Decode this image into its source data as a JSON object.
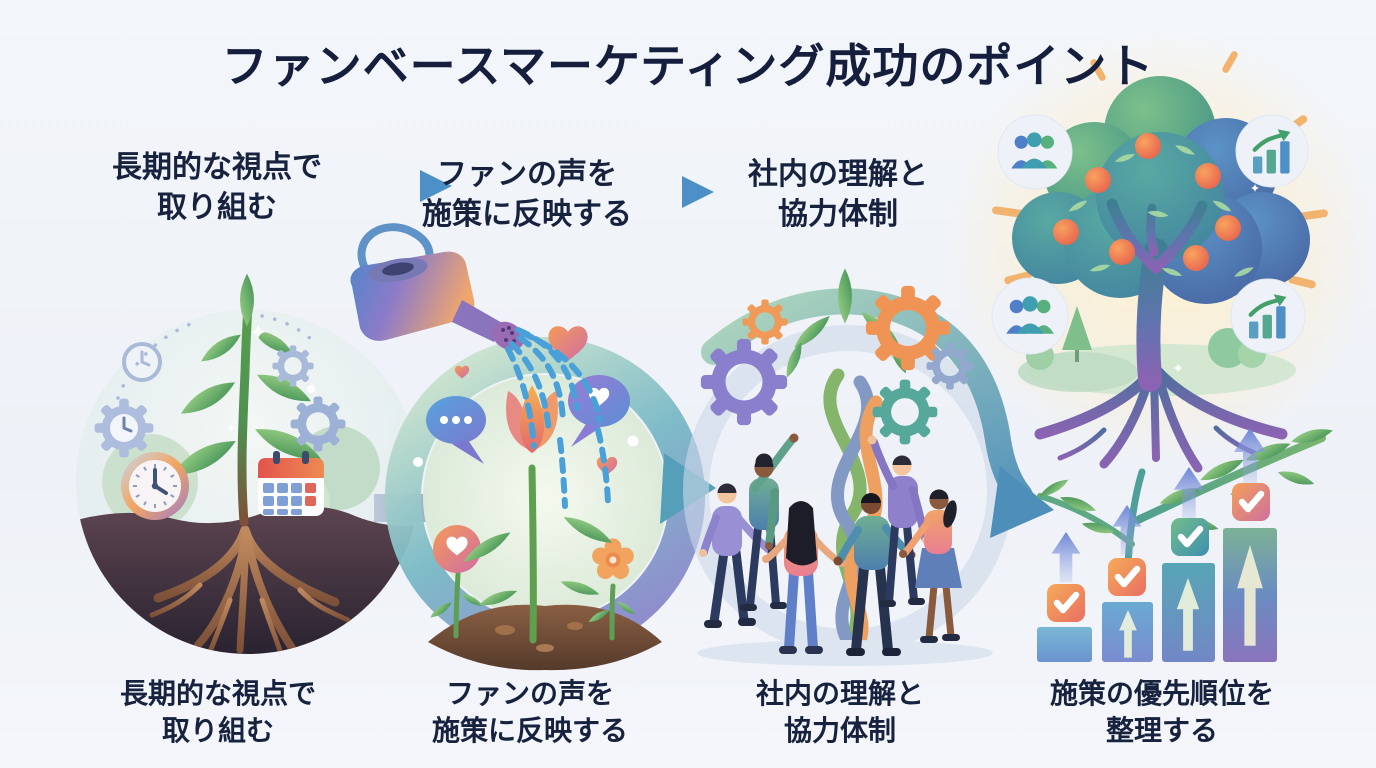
{
  "title": "ファンベースマーケティング成功のポイント",
  "steps": [
    {
      "name": "long-term-perspective",
      "top_label": {
        "line1": "長期的な視点で",
        "line2": "取り組む"
      },
      "bottom_label": {
        "line1": "長期的な視点で",
        "line2": "取り組む"
      },
      "illustration": {
        "description": "sapling with deep roots in dark soil, gradient clock, calendar, gears, dashed time arc, arrow to next stage",
        "icons": [
          "sapling-roots-icon",
          "clock-icon",
          "clock-outline-icon",
          "gear-icon",
          "calendar-icon",
          "dashed-arc-icon",
          "right-arrow-icon"
        ]
      }
    },
    {
      "name": "reflect-fan-voice",
      "top_label": {
        "line1": "ファンの声を",
        "line2": "施策に反映する"
      },
      "bottom_label": {
        "line1": "ファンの声を",
        "line2": "施策に反映する"
      },
      "illustration": {
        "description": "watering can pouring dashed water onto a blooming orange tulip inside a circular gradient ring, with speech bubbles, hearts and small flowers",
        "icons": [
          "watering-can-icon",
          "water-stream-icon",
          "tulip-icon",
          "speech-bubble-dots-icon",
          "speech-bubble-heart-icon",
          "heart-icon",
          "heart-flower-icon",
          "daisy-flower-icon",
          "soil-mound-icon",
          "ring-arrow-icon"
        ]
      }
    },
    {
      "name": "internal-cooperation",
      "top_label": {
        "line1": "社内の理解と",
        "line2": "協力体制"
      },
      "bottom_label": {
        "line1": "社内の理解と",
        "line2": "協力体制"
      },
      "illustration": {
        "description": "six people holding hands in a circle around three intertwined growing stems topped with leaves, surrounded by colored gears and a sweeping arrow to the next stage",
        "icons": [
          "people-circle-icon",
          "intertwined-stems-icon",
          "leaf-icon",
          "gear-icon",
          "sweep-arrow-icon"
        ]
      }
    },
    {
      "name": "prioritize-measures",
      "bottom_label": {
        "line1": "施策の優先順位を",
        "line2": "整理する"
      },
      "illustration": {
        "description": "large fruit-bearing tree with exposed roots and warm glow, community badges and growth-chart badges, leafy branch, and four ascending bars with check badges and up arrows",
        "icons": [
          "fruit-tree-icon",
          "apple-icon",
          "sun-ray-icon",
          "people-group-badge-icon",
          "growth-chart-badge-icon",
          "pine-tree-icon",
          "bush-icon",
          "leafy-branch-icon",
          "bar-chart-icon",
          "check-badge-icon",
          "up-arrow-icon",
          "sparkle-icon"
        ]
      }
    }
  ],
  "flow_arrows": {
    "between_top_labels": 2,
    "between_stages": 3,
    "direction": "left-to-right"
  },
  "colors": {
    "background": "#f1f4f9",
    "text": "#17223f",
    "flow_arrow_blue": "#4d90c8",
    "ring_teal": "#79b9c6",
    "ring_purple": "#8b85cb",
    "soil_dark": "#241f2d",
    "root_tan": "#c08a5f",
    "leaf_green": "#4f9050",
    "heart_orange_pink": "#f59a58",
    "gear_slate": "#9db1d6",
    "gear_orange": "#ef9a58",
    "apple_orange": "#e65f4d",
    "glow_warm": "#fff2cf",
    "check_orange": "#f6ab58",
    "check_teal": "#3d8fb0",
    "check_pink": "#cf6f9e",
    "bar_blue": "#6b93cf",
    "bar_purple": "#8a74bc"
  }
}
